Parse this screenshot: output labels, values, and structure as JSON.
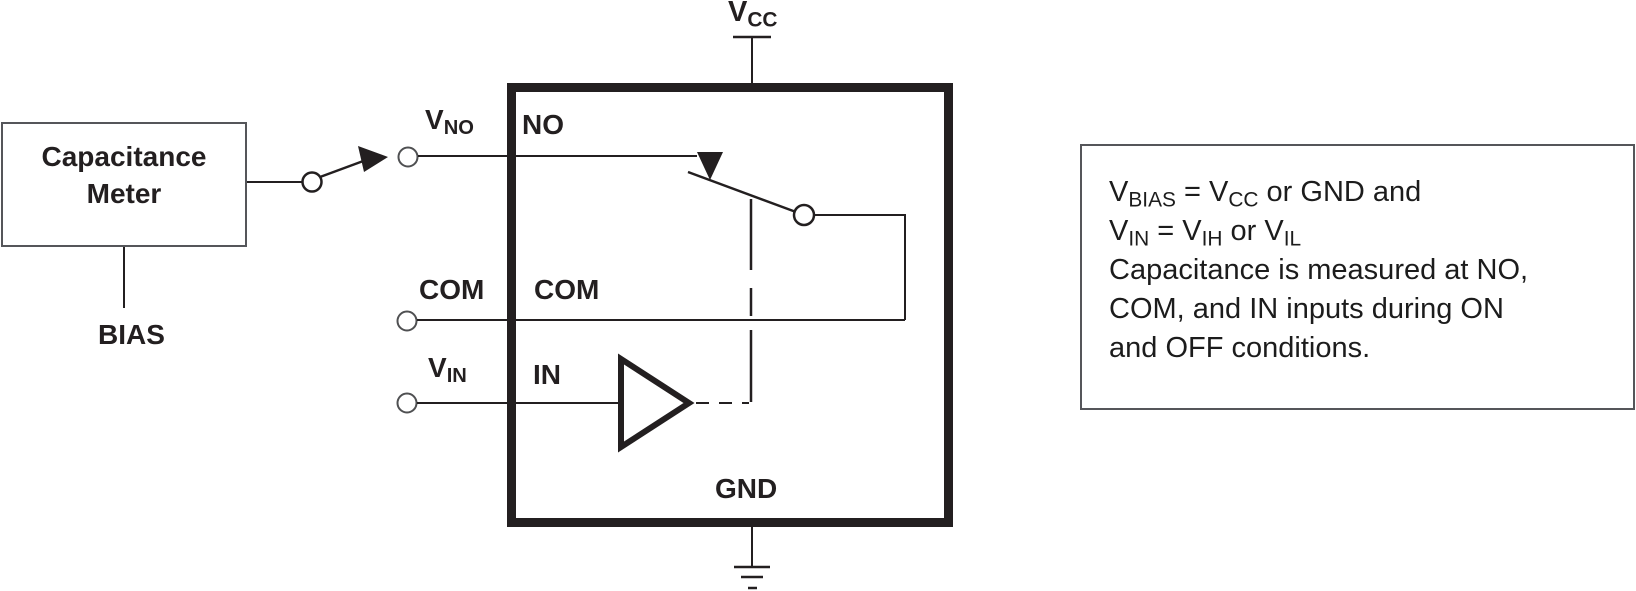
{
  "meter": {
    "line1": "Capacitance",
    "line2": "Meter",
    "bias": "BIAS"
  },
  "device": {
    "vcc": {
      "main": "V",
      "sub": "CC"
    },
    "gnd": "GND",
    "pin_no": {
      "ext": {
        "main": "V",
        "sub": "NO"
      },
      "int": "NO"
    },
    "pin_com": {
      "ext": "COM",
      "int": "COM"
    },
    "pin_in": {
      "ext": {
        "main": "V",
        "sub": "IN"
      },
      "int": "IN"
    }
  },
  "note": {
    "lines": [
      [
        {
          "t": "V"
        },
        {
          "s": "BIAS"
        },
        {
          "t": " = V"
        },
        {
          "s": "CC"
        },
        {
          "t": " or GND and"
        }
      ],
      [
        {
          "t": "V"
        },
        {
          "s": "IN"
        },
        {
          "t": " = V"
        },
        {
          "s": "IH"
        },
        {
          "t": " or V"
        },
        {
          "s": "IL"
        }
      ],
      [
        {
          "t": "Capacitance is measured at NO,"
        }
      ],
      [
        {
          "t": "COM, and IN inputs during ON"
        }
      ],
      [
        {
          "t": "and OFF conditions."
        }
      ]
    ]
  },
  "colors": {
    "ink": "#231f20",
    "thin_border": "#55565a",
    "term": "#4f5052"
  }
}
